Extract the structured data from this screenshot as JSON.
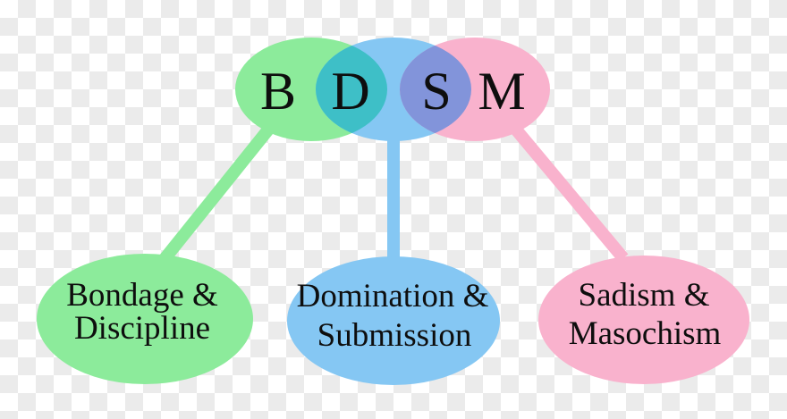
{
  "colors": {
    "green": "#8ceb9b",
    "blue": "#85c7f3",
    "pink": "#f9b2cd",
    "green_blue_overlap": "#3ebfc7",
    "blue_pink_overlap": "#8294da",
    "text": "#0e0e0e",
    "checker_gray": "#ebebeb",
    "checker_white": "#ffffff"
  },
  "venn_letters": [
    {
      "label": "B"
    },
    {
      "label": "D"
    },
    {
      "label": "S"
    },
    {
      "label": "M"
    }
  ],
  "nodes": [
    {
      "line1": "Bondage &",
      "line2": "Discipline"
    },
    {
      "line1": "Domination &",
      "line2": "Submission"
    },
    {
      "line1": "Sadism &",
      "line2": "Masochism"
    }
  ]
}
